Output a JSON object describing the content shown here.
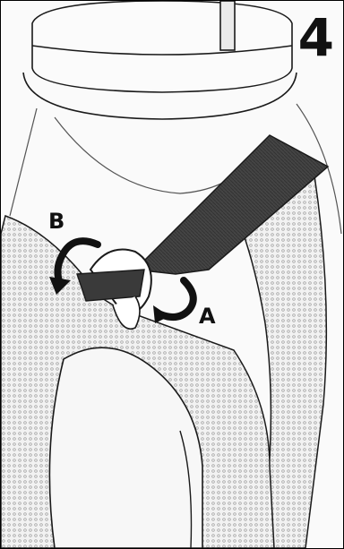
{
  "step_number": "4",
  "arrow_labels": {
    "a": "A",
    "b": "B"
  },
  "colors": {
    "line": "#1a1a1a",
    "strap": "#2f2f2f",
    "mesh": "#e8e8e8"
  },
  "icons": {
    "arrow_a": "curved-arrow-clockwise-icon",
    "arrow_b": "curved-arrow-counterclockwise-icon"
  }
}
